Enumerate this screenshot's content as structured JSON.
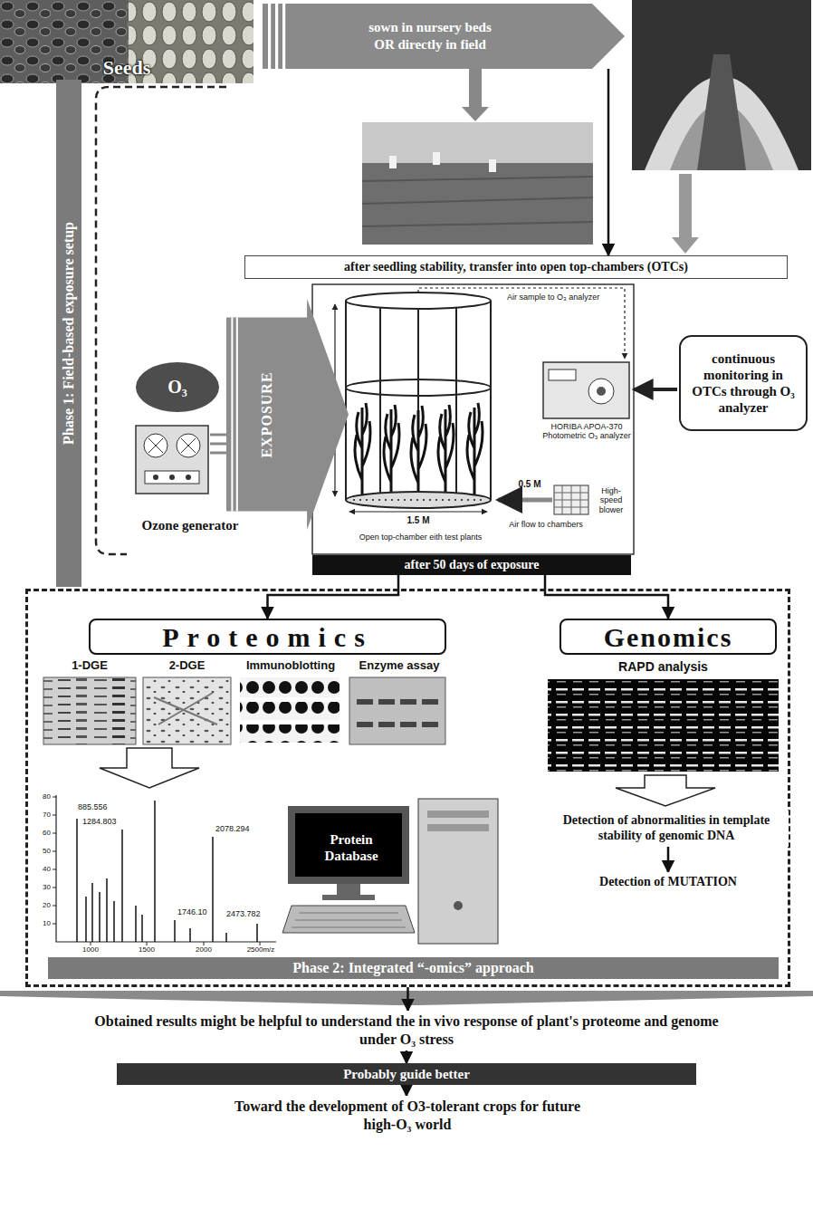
{
  "diagram": {
    "nodes": [
      {
        "text": [
          "Phase 1: Field-based exposure setup"
        ]
      },
      {
        "text": [
          "Seeds"
        ]
      },
      {
        "text": [
          "sown in nursery beds OR directly in field"
        ]
      },
      {
        "text": [
          "after seedling stability, transfer into open top-chambers (OTCs)"
        ]
      },
      {
        "text": [
          "O₃"
        ]
      },
      {
        "text": [
          "EXPOSURE"
        ]
      },
      {
        "text": [
          "continuous monitoring in OTCs through O₃ analyzer"
        ]
      },
      {
        "text": [
          "after 50 days of exposure"
        ]
      },
      {
        "text": [
          "Phase 2: Integrated “-omics” approach"
        ]
      },
      {
        "text": [
          "Proteomics"
        ],
        "in": 8
      },
      {
        "text": [
          "Genomics"
        ],
        "in": 8
      },
      {
        "text": [
          "Protein Database"
        ],
        "in": 8
      },
      {
        "text": [
          "Detection of abnormalities in template stability of genomic DNA"
        ],
        "in": 8
      },
      {
        "text": [
          "Detection of MUTATION"
        ],
        "in": 8
      },
      {
        "text": [
          "Obtained results might be helpful to understand the in vivo response of plant's proteome and genome under O₃ stress"
        ]
      },
      {
        "text": [
          "Probably guide better"
        ]
      },
      {
        "text": [
          "Toward the development of O3-tolerant crops for future high-O₃ world"
        ]
      }
    ],
    "edges": [
      {
        "from": 2,
        "to": 3,
        "arrow": "to"
      },
      {
        "from": 7,
        "to": 9,
        "arrow": "to"
      },
      {
        "from": 7,
        "to": 10,
        "arrow": "to"
      },
      {
        "from": 12,
        "to": 13,
        "arrow": "to"
      },
      {
        "from": 8,
        "to": 14,
        "arrow": "to"
      },
      {
        "from": 14,
        "to": 15,
        "arrow": "to"
      },
      {
        "from": 15,
        "to": 16,
        "arrow": "to"
      }
    ],
    "labels": [
      "Ozone generator",
      "Air sample to O₃ analyzer",
      "HORIBA APOA-370 Photometric O₃ analyzer",
      "0.5 M",
      "High-speed blower",
      "1.5 M",
      "Open top-chamber eith test plants",
      "Air flow to chambers",
      "1-DGE",
      "2-DGE",
      "Immunoblotting",
      "Enzyme assay",
      "RAPD analysis",
      "885.556",
      "1284.803",
      "2078.294",
      "1746.10",
      "2473.782",
      "80",
      "70",
      "60",
      "50",
      "40",
      "30",
      "20",
      "10",
      "1000",
      "1500",
      "2000",
      "2500m/z"
    ]
  }
}
